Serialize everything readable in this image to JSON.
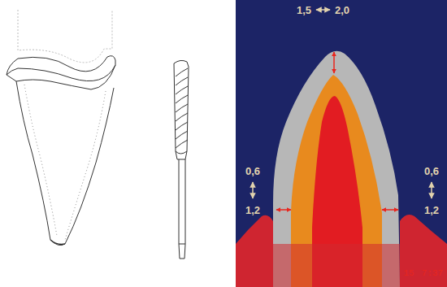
{
  "diagram": {
    "labels": [
      "1,5",
      "2,0",
      "0,6",
      "1,2",
      "0,6",
      "1,2",
      "15",
      "7:37"
    ]
  }
}
